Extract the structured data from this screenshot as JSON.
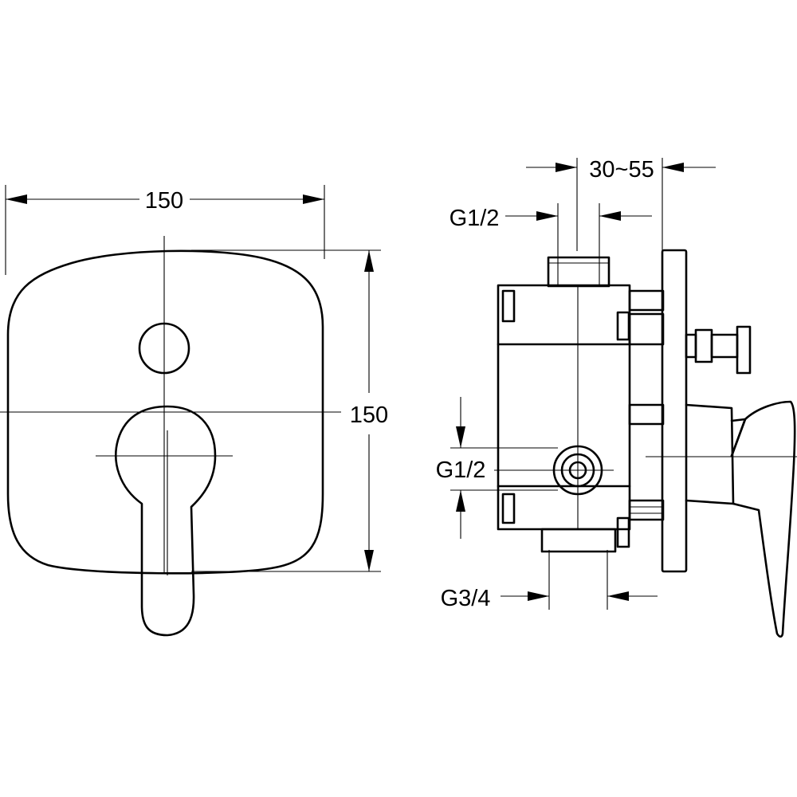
{
  "front_view": {
    "width_label": "150",
    "height_label": "150"
  },
  "side_view": {
    "depth_range_label": "30~55",
    "top_inlet_label": "G1/2",
    "side_inlet_label": "G1/2",
    "bottom_outlet_label": "G3/4"
  }
}
